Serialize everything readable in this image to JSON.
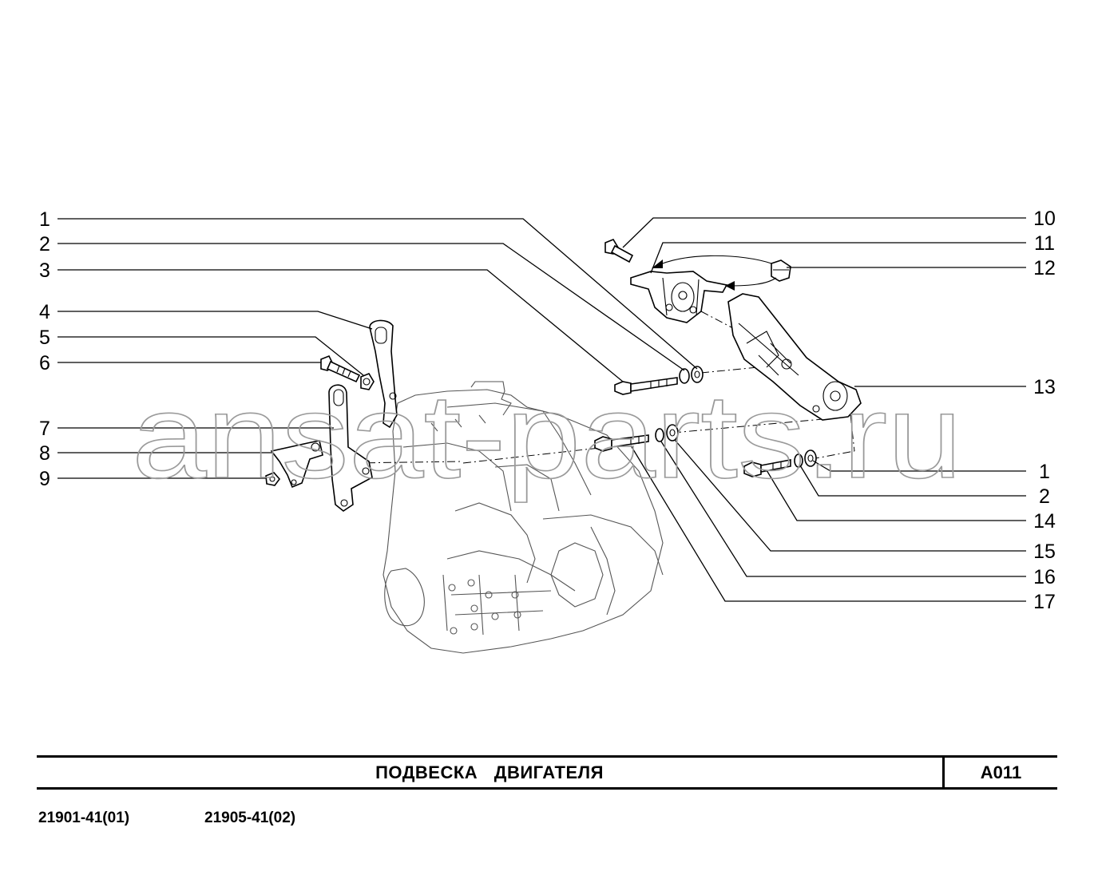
{
  "title": "ПОДВЕСКА ДВИГАТЕЛЯ",
  "page_code": "A011",
  "models": [
    "21901-41(01)",
    "21905-41(02)"
  ],
  "watermark": "ansat-parts.ru",
  "callouts_left": [
    "1",
    "2",
    "3",
    "4",
    "5",
    "6",
    "7",
    "8",
    "9"
  ],
  "callouts_right": [
    "10",
    "11",
    "12",
    "13",
    "1",
    "2",
    "14",
    "15",
    "16",
    "17"
  ]
}
